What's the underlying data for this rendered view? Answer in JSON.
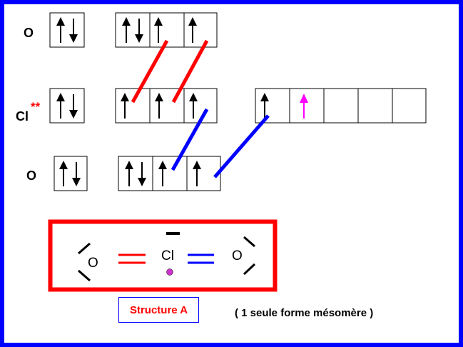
{
  "rows": [
    {
      "atom": "O",
      "stars": ""
    },
    {
      "atom": "Cl",
      "stars": "**"
    },
    {
      "atom": "O",
      "stars": ""
    }
  ],
  "structure": {
    "left_atom": "O",
    "center_atom": "Cl",
    "right_atom": "O"
  },
  "caption": "Structure A",
  "note": "( 1 seule forme mésomère )",
  "colors": {
    "frame": "#0000ff",
    "red_bond": "#ff0000",
    "blue_bond": "#0000ff",
    "excited_electron": "#ff00ff"
  }
}
